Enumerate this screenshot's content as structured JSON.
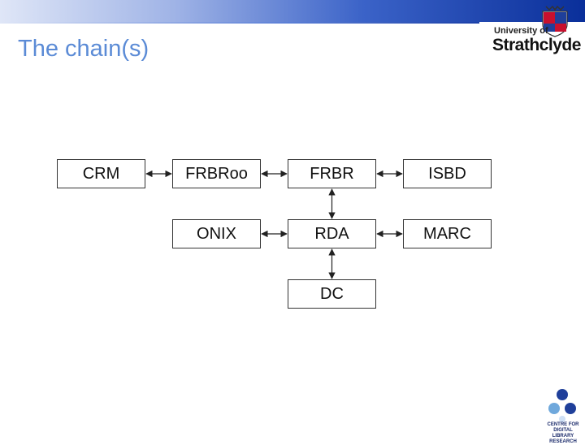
{
  "slide": {
    "title": "The chain(s)"
  },
  "logo": {
    "line1": "University of",
    "line2": "Strathclyde"
  },
  "nodes": {
    "crm": "CRM",
    "frbroo": "FRBRoo",
    "frbr": "FRBR",
    "isbd": "ISBD",
    "onix": "ONIX",
    "rda": "RDA",
    "marc": "MARC",
    "dc": "DC"
  },
  "edges": [
    [
      "crm",
      "frbroo"
    ],
    [
      "frbroo",
      "frbr"
    ],
    [
      "frbr",
      "isbd"
    ],
    [
      "frbr",
      "rda"
    ],
    [
      "onix",
      "rda"
    ],
    [
      "rda",
      "marc"
    ],
    [
      "rda",
      "dc"
    ]
  ],
  "footer_logo": {
    "line1": "CENTRE FOR DIGITAL",
    "line2": "LIBRARY RESEARCH"
  },
  "colors": {
    "title": "#5b8bd6",
    "bar": "#0a2f9a"
  }
}
